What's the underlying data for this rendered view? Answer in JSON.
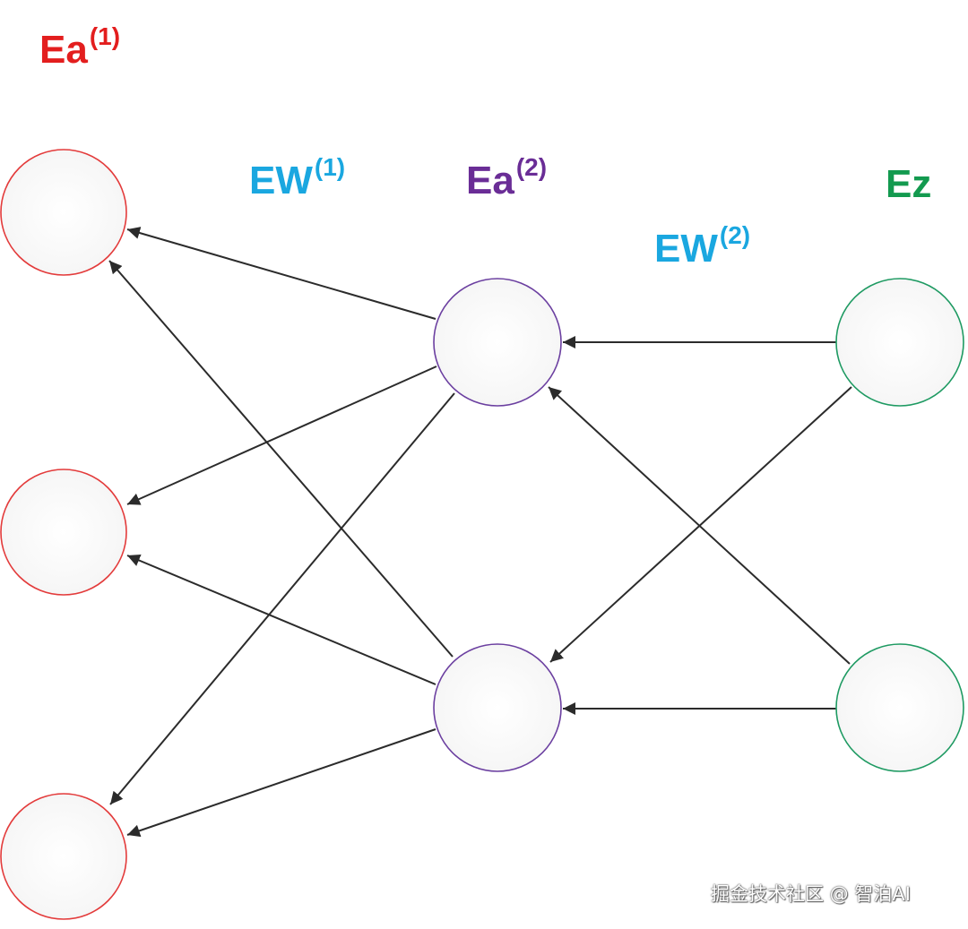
{
  "labels": {
    "ea1": {
      "base": "Ea",
      "sup": "(1)",
      "color": "#e31e1e"
    },
    "ew1": {
      "base": "EW",
      "sup": "(1)",
      "color": "#1aa7e0"
    },
    "ea2": {
      "base": "Ea",
      "sup": "(2)",
      "color": "#6a2d96"
    },
    "ez": {
      "base": "Ez",
      "sup": "",
      "color": "#139a4f"
    },
    "ew2": {
      "base": "EW",
      "sup": "(2)",
      "color": "#1aa7e0"
    }
  },
  "watermark": "掘金技术社区 @ 智泊AI",
  "colors": {
    "layer1_stroke": "#e33b3b",
    "layer2_stroke": "#6b3fa0",
    "output_stroke": "#1e9a62",
    "arrow": "#2b2b2b"
  },
  "layers": [
    {
      "name": "layer-1",
      "nodes": 3
    },
    {
      "name": "layer-2",
      "nodes": 2
    },
    {
      "name": "output",
      "nodes": 2
    }
  ]
}
